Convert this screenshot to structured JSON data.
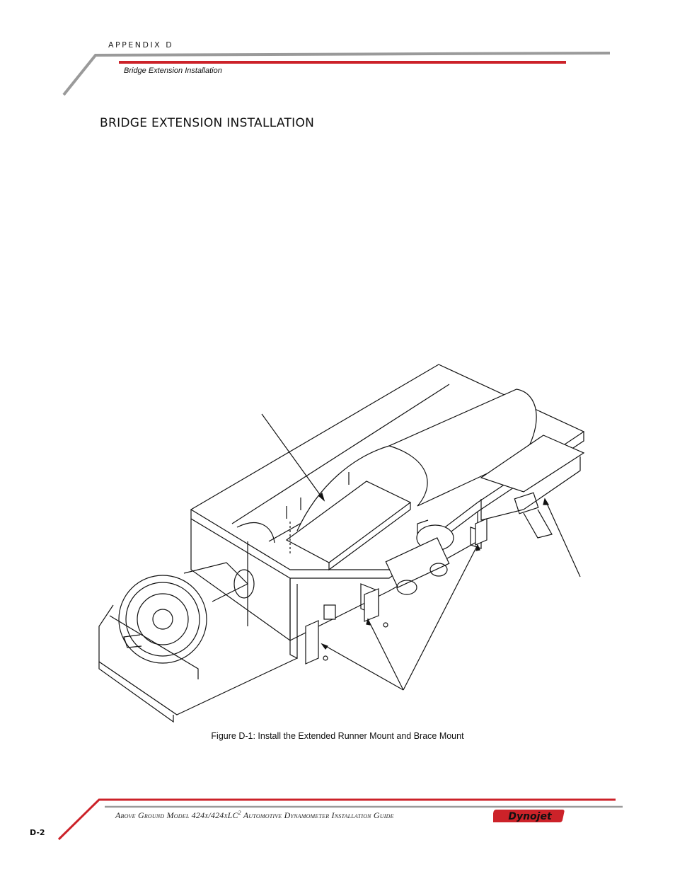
{
  "header": {
    "appendix_label": "APPENDIX D",
    "section_subtitle": "Bridge Extension Installation"
  },
  "page_heading": "BRIDGE EXTENSION INSTALLATION",
  "figure": {
    "caption": "Figure D-1: Install the Extended Runner Mount and Brace Mount"
  },
  "footer": {
    "title_part1": "Above Ground Model 424x/424xLC",
    "title_sup": "2",
    "title_part2": " Automotive Dynamometer Installation Guide",
    "page_number": "D-2",
    "brand_name": "Dynojet"
  },
  "colors": {
    "accent_red": "#cc2229",
    "rule_gray": "#9a9a9a"
  }
}
